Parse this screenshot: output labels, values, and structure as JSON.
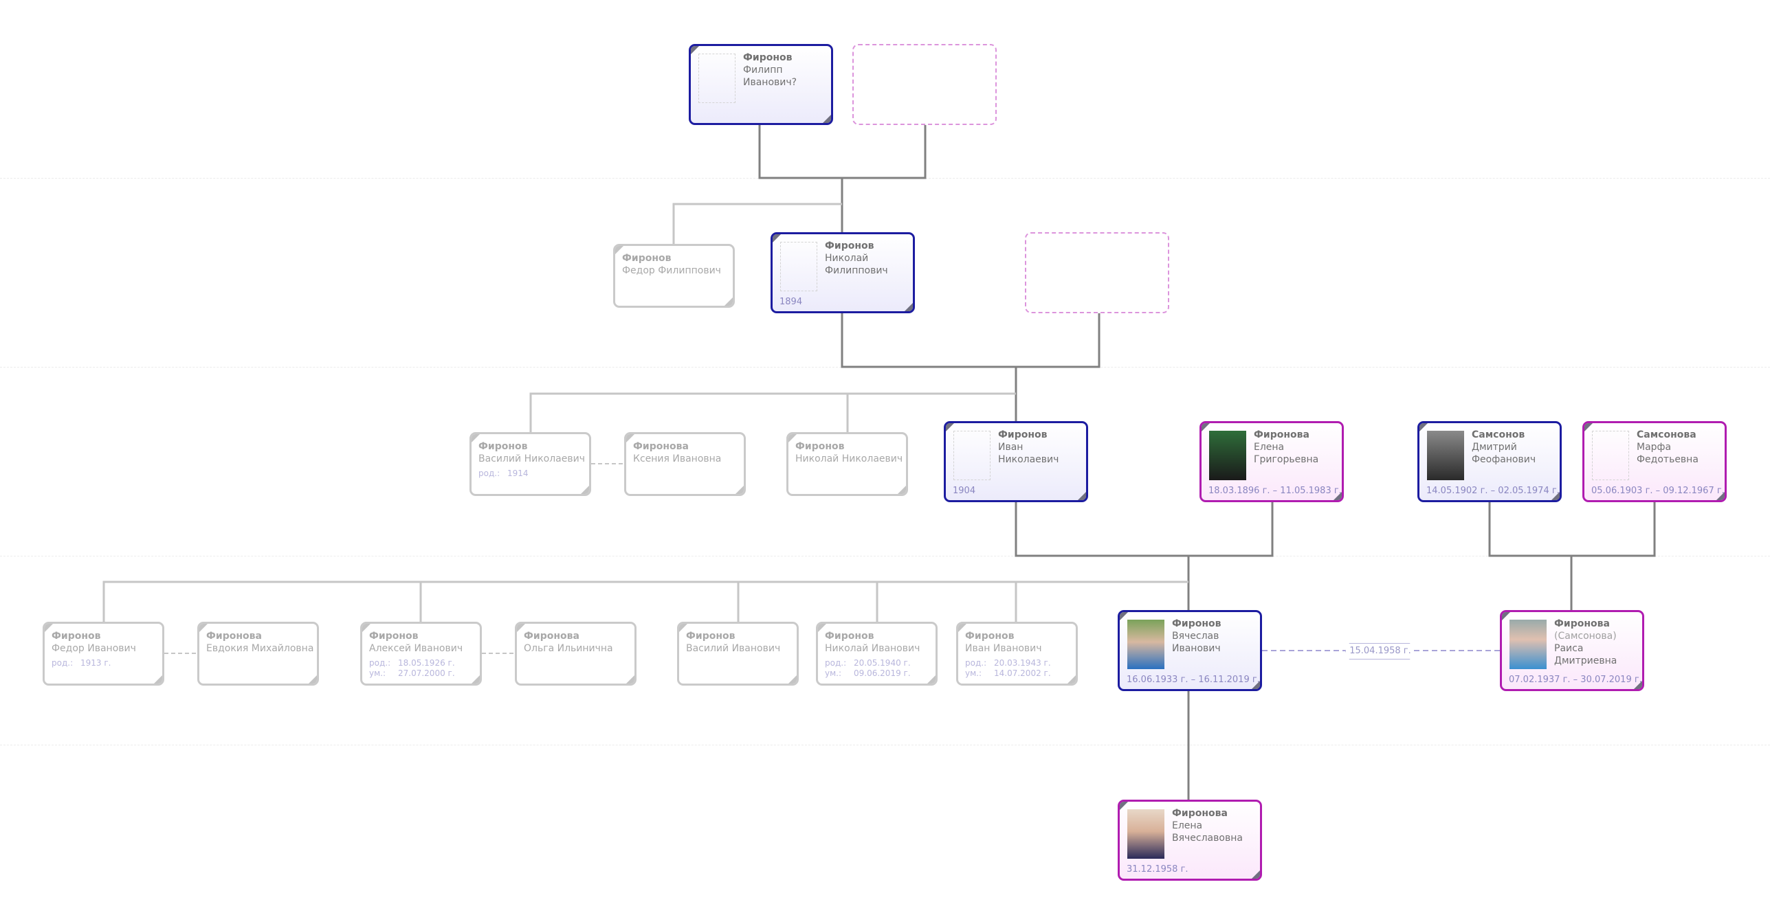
{
  "people": [
    {
      "type": "male",
      "surname": "Фиронов",
      "given": "Филипп Иванович?",
      "photo": "placeholder"
    },
    {
      "type": "empty"
    },
    {
      "type": "grey",
      "surname": "Фиронов",
      "given": "Федор Филиппович"
    },
    {
      "type": "male",
      "surname": "Фиронов",
      "given": "Николай Филиппович",
      "date": "1894",
      "photo": "placeholder"
    },
    {
      "type": "empty"
    },
    {
      "type": "grey",
      "surname": "Фиронов",
      "given": "Василий Николаевич",
      "dates": [
        {
          "label": "род.:",
          "value": "1914"
        }
      ]
    },
    {
      "type": "grey",
      "surname": "Фиронова",
      "given": "Ксения Ивановна"
    },
    {
      "type": "grey",
      "surname": "Фиронов",
      "given": "Николай Николаевич"
    },
    {
      "type": "male",
      "surname": "Фиронов",
      "given": "Иван Николаевич",
      "date": "1904",
      "photo": "placeholder"
    },
    {
      "type": "female",
      "surname": "Фиронова",
      "given": "Елена Григорьевна",
      "date": "18.03.1896 г. – 11.05.1983 г.",
      "photo": "portrait"
    },
    {
      "type": "male",
      "surname": "Самсонов",
      "given": "Дмитрий Феофанович",
      "date": "14.05.1902 г. – 02.05.1974 г.",
      "photo": "portrait"
    },
    {
      "type": "female",
      "surname": "Самсонова",
      "given": "Марфа Федотьевна",
      "date": "05.06.1903 г. – 09.12.1967 г.",
      "photo": "placeholder"
    },
    {
      "type": "grey",
      "surname": "Фиронов",
      "given": "Федор Иванович",
      "dates": [
        {
          "label": "род.:",
          "value": "1913 г."
        }
      ]
    },
    {
      "type": "grey",
      "surname": "Фиронова",
      "given": "Евдокия Михайловна"
    },
    {
      "type": "grey",
      "surname": "Фиронов",
      "given": "Алексей Иванович",
      "dates": [
        {
          "label": "род.:",
          "value": "18.05.1926 г."
        },
        {
          "label": "ум.:",
          "value": "27.07.2000 г."
        }
      ]
    },
    {
      "type": "grey",
      "surname": "Фиронова",
      "given": "Ольга Ильинична"
    },
    {
      "type": "grey",
      "surname": "Фиронов",
      "given": "Василий Иванович"
    },
    {
      "type": "grey",
      "surname": "Фиронов",
      "given": "Николай Иванович",
      "dates": [
        {
          "label": "род.:",
          "value": "20.05.1940 г."
        },
        {
          "label": "ум.:",
          "value": "09.06.2019 г."
        }
      ]
    },
    {
      "type": "grey",
      "surname": "Фиронов",
      "given": "Иван Иванович",
      "dates": [
        {
          "label": "род.:",
          "value": "20.03.1943 г."
        },
        {
          "label": "ум.:",
          "value": "14.07.2002 г."
        }
      ]
    },
    {
      "type": "male",
      "surname": "Фиронов",
      "given": "Вячеслав Иванович",
      "date": "16.06.1933 г. – 16.11.2019 г.",
      "photo": "portrait"
    },
    {
      "type": "female",
      "surname": "Фиронова",
      "maiden": "(Самсонова)",
      "given": "Раиса Дмитриевна",
      "date": "07.02.1937 г. – 30.07.2019 г.",
      "photo": "portrait"
    },
    {
      "type": "female",
      "surname": "Фиронова",
      "given": "Елена Вячеславовна",
      "date": "31.12.1958 г.",
      "photo": "portrait"
    }
  ],
  "marriage_label": "15.04.1958 г.",
  "colors": {
    "male": "#1c1ca0",
    "female": "#b01cb0",
    "relative": "#cacaca",
    "date": "#8a86c0"
  }
}
